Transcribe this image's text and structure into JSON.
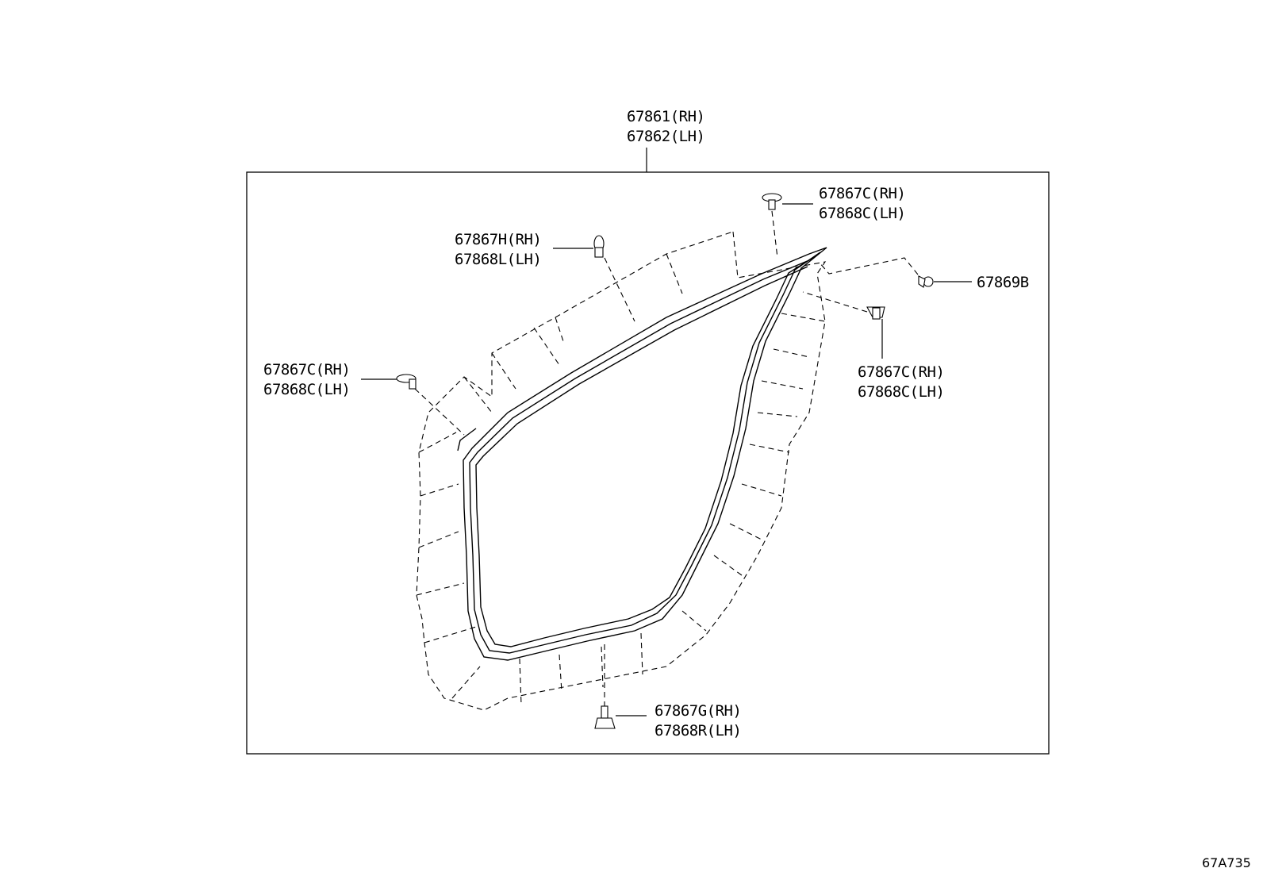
{
  "diagram_code": "67A735",
  "callouts": {
    "weatherstrip": {
      "rh": "67861(RH)",
      "lh": "67862(LH)"
    },
    "clip_top_right": {
      "rh": "67867C(RH)",
      "lh": "67868C(LH)"
    },
    "clip_upper": {
      "rh": "67867H(RH)",
      "lh": "67868L(LH)"
    },
    "clip_far_right": {
      "part": "67869B"
    },
    "clip_left": {
      "rh": "67867C(RH)",
      "lh": "67868C(LH)"
    },
    "clip_right": {
      "rh": "67867C(RH)",
      "lh": "67868C(LH)"
    },
    "clip_bottom": {
      "rh": "67867G(RH)",
      "lh": "67868R(LH)"
    }
  },
  "icons": [
    "clip-icon",
    "retainer-icon",
    "door-weatherstrip"
  ]
}
